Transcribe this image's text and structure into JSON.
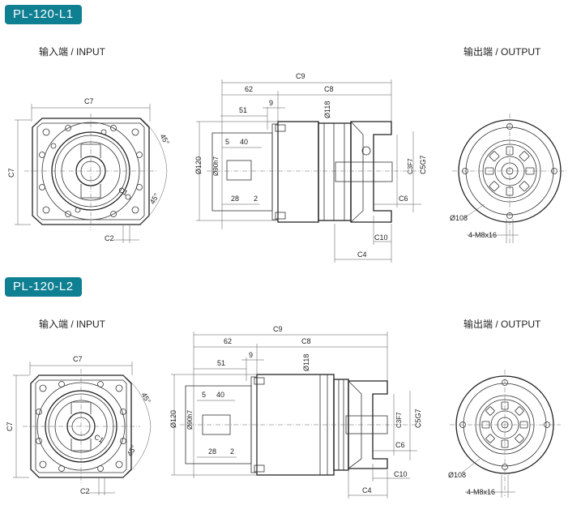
{
  "colors": {
    "badge": "#0f7f92",
    "line": "#333333"
  },
  "sections": [
    {
      "model": "PL-120-L1",
      "input_label": "输入端 / INPUT",
      "output_label": "输出端 / OUTPUT",
      "input_view": {
        "width_dim": "C7",
        "height_dim": "C7",
        "angle1": "45°",
        "angle2": "45°",
        "c1": "C1",
        "c2": "C2"
      },
      "side_view": {
        "c9": "C9",
        "d62": "62",
        "c8": "C8",
        "d51": "51",
        "d9": "9",
        "d118": "Ø118",
        "d5": "5",
        "d40": "40",
        "d120": "Ø120",
        "d90": "Ø90h7",
        "d28": "28",
        "d2": "2",
        "c3": "C3F7",
        "c5": "C5G7",
        "c6": "C6",
        "c10": "C10",
        "c4": "C4"
      },
      "output_view": {
        "pcd": "Ø108",
        "holes": "4-M8x16"
      }
    },
    {
      "model": "PL-120-L2",
      "input_label": "输入端 / INPUT",
      "output_label": "输出端 / OUTPUT",
      "input_view": {
        "width_dim": "C7",
        "height_dim": "C7",
        "angle1": "45°",
        "angle2": "45°",
        "c1": "C1",
        "c2": "C2"
      },
      "side_view": {
        "c9": "C9",
        "d62": "62",
        "c8": "C8",
        "d51": "51",
        "d9": "9",
        "d118": "Ø118",
        "d5": "5",
        "d40": "40",
        "d120": "Ø120",
        "d90": "Ø90h7",
        "d28": "28",
        "d2": "2",
        "c3": "C3F7",
        "c5": "C5G7",
        "c6": "C6",
        "c10": "C10",
        "c4": "C4"
      },
      "output_view": {
        "pcd": "Ø108",
        "holes": "4-M8x16"
      }
    }
  ]
}
